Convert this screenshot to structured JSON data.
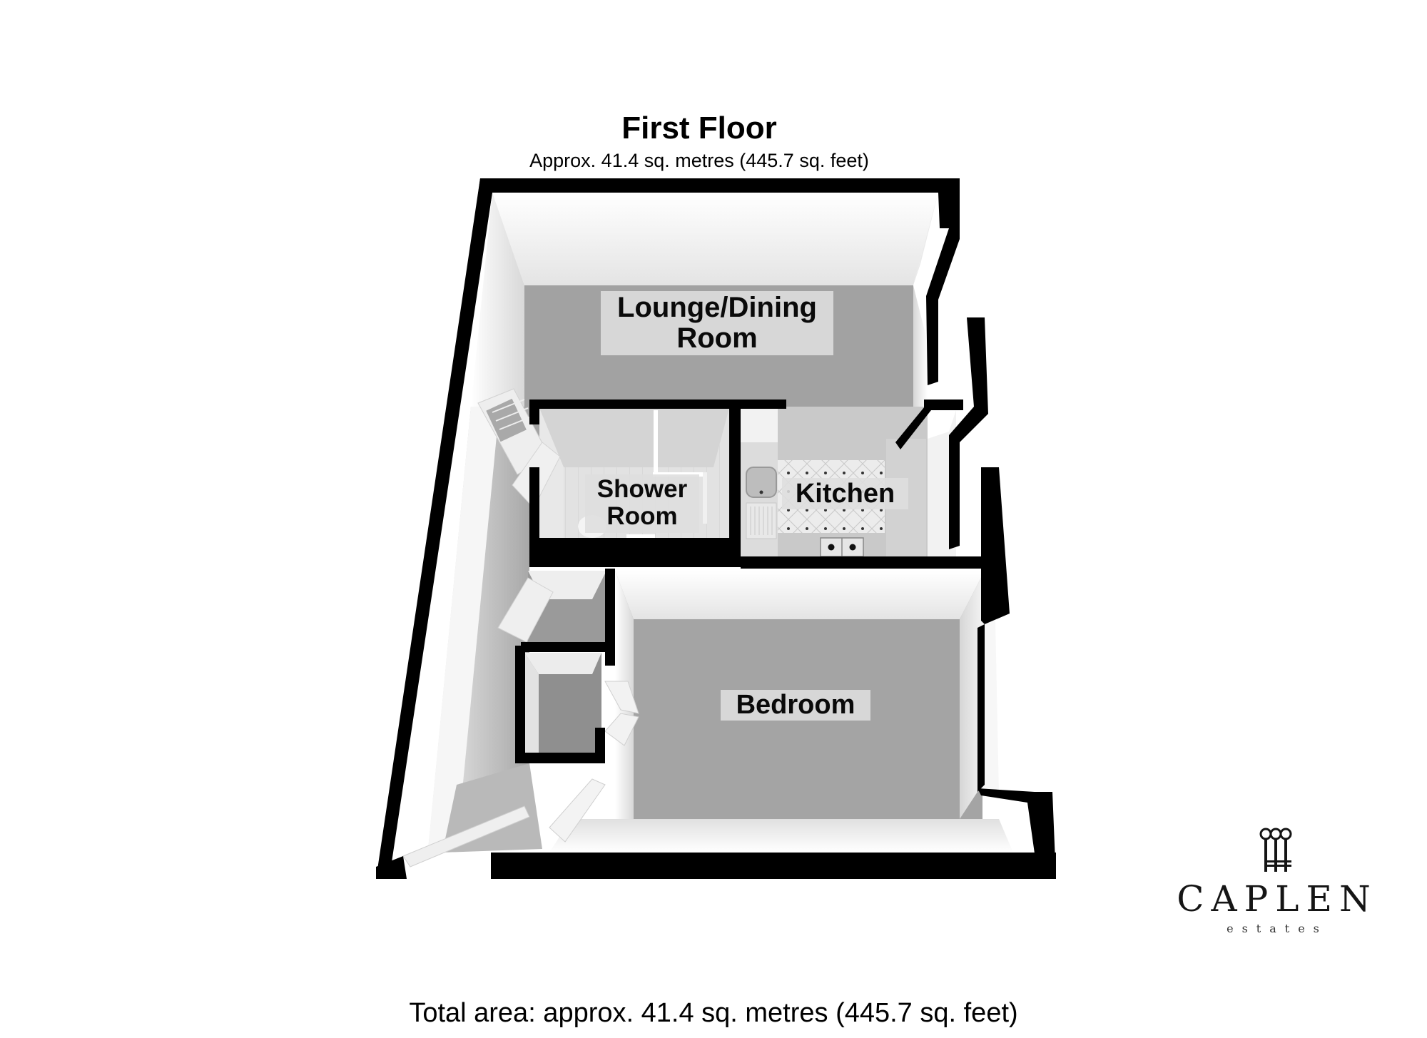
{
  "header": {
    "title": "First Floor",
    "subtitle": "Approx. 41.4 sq. metres (445.7 sq. feet)"
  },
  "rooms": [
    {
      "id": "lounge",
      "label_lines": [
        "Lounge/Dining",
        "Room"
      ]
    },
    {
      "id": "shower",
      "label_lines": [
        "Shower",
        "Room"
      ]
    },
    {
      "id": "kitchen",
      "label_lines": [
        "Kitchen"
      ]
    },
    {
      "id": "bedroom",
      "label_lines": [
        "Bedroom"
      ]
    }
  ],
  "logo": {
    "icon": "three-keys-icon",
    "brand": "CAPLEN",
    "tagline": "estates"
  },
  "footer": {
    "total_area": "Total area: approx. 41.4 sq. metres (445.7 sq. feet)"
  },
  "colors": {
    "wall": "#000000",
    "floor_carpet": "#9c9c9c",
    "wall_face": "#f4f4f4",
    "label_bg": "#dedede",
    "background": "#ffffff"
  }
}
